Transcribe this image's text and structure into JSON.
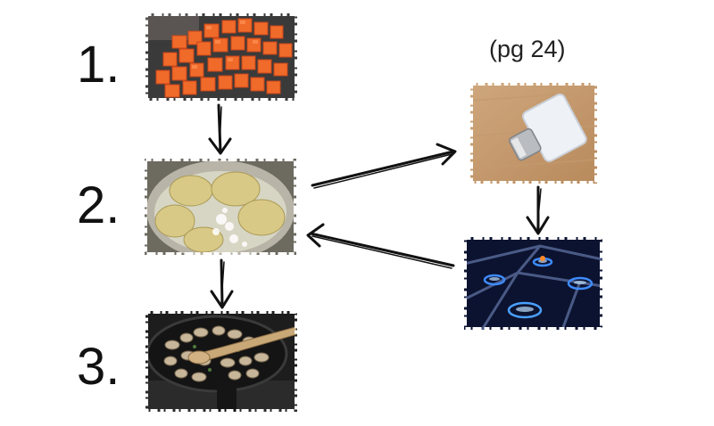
{
  "steps": [
    {
      "label": "1."
    },
    {
      "label": "2."
    },
    {
      "label": "3."
    }
  ],
  "note": "(pg 24)",
  "photos": [
    {
      "name": "carrots-photo",
      "icon": "diced-carrots-icon"
    },
    {
      "name": "boiling-potatoes-photo",
      "icon": "pot-icon"
    },
    {
      "name": "frying-mushrooms-photo",
      "icon": "skillet-icon"
    },
    {
      "name": "salt-shaker-photo",
      "icon": "salt-shaker-icon"
    },
    {
      "name": "gas-stove-photo",
      "icon": "gas-burner-icon"
    }
  ],
  "colors": {
    "ink": "#111111",
    "frame_edge": "#ffffff"
  }
}
